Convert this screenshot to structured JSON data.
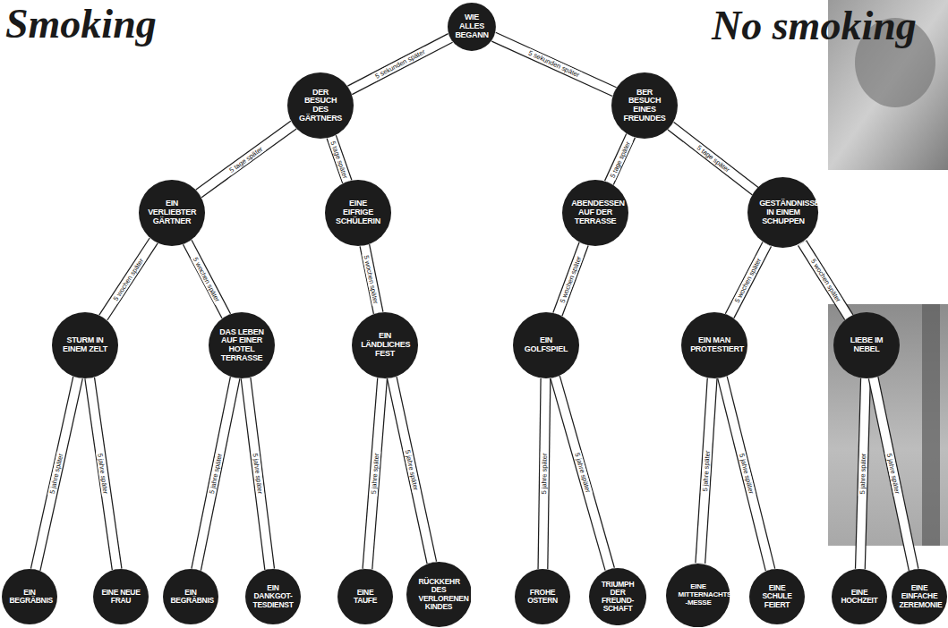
{
  "diagram": {
    "nodes": [
      {
        "text": [
          "WIE ALLES BEGANN"
        ]
      },
      {
        "text": [
          "DER BESUCH DES GÄRTNERS"
        ]
      },
      {
        "text": [
          "BER BESUCH EINES FREUNDES"
        ]
      },
      {
        "text": [
          "EIN VERLIEBTER GÄRTNER"
        ]
      },
      {
        "text": [
          "EINE EIFRIGE SCHÜLERIN"
        ]
      },
      {
        "text": [
          "ABENDESSEN AUF DER TERRASSE"
        ]
      },
      {
        "text": [
          "GESTÄNDNISSE IN EINEM SCHUPPEN"
        ]
      },
      {
        "text": [
          "STURM IN EINEM ZELT"
        ]
      },
      {
        "text": [
          "DAS LEBEN AUF EINER HOTEL TERRASSE"
        ]
      },
      {
        "text": [
          "EIN LÄNDLICHES FEST"
        ]
      },
      {
        "text": [
          "EIN GOLFSPIEL"
        ]
      },
      {
        "text": [
          "EIN MAN PROTESTIERT"
        ]
      },
      {
        "text": [
          "LIEBE IM NEBEL"
        ]
      },
      {
        "text": [
          "EIN BEGRÄBNIS"
        ]
      },
      {
        "text": [
          "EINE NEUE FRAU"
        ]
      },
      {
        "text": [
          "EIN BEGRÄBNIS"
        ]
      },
      {
        "text": [
          "EIN DANKGOT- TESDIENST"
        ]
      },
      {
        "text": [
          "EINE TAUFE"
        ]
      },
      {
        "text": [
          "RÜCKKEHR DES VERLORENEN KINDES"
        ]
      },
      {
        "text": [
          "FROHE OSTERN"
        ]
      },
      {
        "text": [
          "TRIUMPH DER FREUND- SCHAFT"
        ]
      },
      {
        "text": [
          "EINE MITTERNACHTS -MESSE"
        ]
      },
      {
        "text": [
          "EINE SCHULE FEIERT"
        ]
      },
      {
        "text": [
          "EINE HOCHZEIT"
        ]
      },
      {
        "text": [
          "EINE EINFACHE ZEREMONIE"
        ]
      }
    ],
    "edges": [
      {
        "from": 0,
        "to": 1,
        "label": "5 sekunden später",
        "arrow": "none"
      },
      {
        "from": 0,
        "to": 2,
        "label": "5 sekunden später",
        "arrow": "none"
      },
      {
        "from": 1,
        "to": 3,
        "label": "5 tage später",
        "arrow": "none"
      },
      {
        "from": 1,
        "to": 4,
        "label": "5 tage später",
        "arrow": "none"
      },
      {
        "from": 2,
        "to": 5,
        "label": "5 tage später",
        "arrow": "none"
      },
      {
        "from": 2,
        "to": 6,
        "label": "5 tage später",
        "arrow": "none"
      },
      {
        "from": 3,
        "to": 7,
        "label": "5 wochen später",
        "arrow": "none"
      },
      {
        "from": 3,
        "to": 8,
        "label": "5 wochen später",
        "arrow": "none"
      },
      {
        "from": 4,
        "to": 9,
        "label": "5 wochen später",
        "arrow": "none"
      },
      {
        "from": 5,
        "to": 10,
        "label": "5 wochen später",
        "arrow": "none"
      },
      {
        "from": 6,
        "to": 11,
        "label": "5 wochen später",
        "arrow": "none"
      },
      {
        "from": 6,
        "to": 12,
        "label": "5 wochen später",
        "arrow": "none"
      },
      {
        "from": 7,
        "to": 13,
        "label": "5 jahre später",
        "arrow": "none"
      },
      {
        "from": 7,
        "to": 14,
        "label": "5 jahre später",
        "arrow": "none"
      },
      {
        "from": 8,
        "to": 15,
        "label": "5 jahre später",
        "arrow": "none"
      },
      {
        "from": 8,
        "to": 16,
        "label": "5 jahre später",
        "arrow": "none"
      },
      {
        "from": 9,
        "to": 17,
        "label": "5 jahre später",
        "arrow": "none"
      },
      {
        "from": 9,
        "to": 18,
        "label": "5 jahre später",
        "arrow": "none"
      },
      {
        "from": 10,
        "to": 19,
        "label": "5 jahre später",
        "arrow": "none"
      },
      {
        "from": 10,
        "to": 20,
        "label": "5 jahre später",
        "arrow": "none"
      },
      {
        "from": 11,
        "to": 21,
        "label": "5 jahre später",
        "arrow": "none"
      },
      {
        "from": 11,
        "to": 22,
        "label": "5 jahre später",
        "arrow": "none"
      },
      {
        "from": 12,
        "to": 23,
        "label": "5 jahre später",
        "arrow": "none"
      },
      {
        "from": 12,
        "to": 24,
        "label": "5 jahre später",
        "arrow": "none"
      }
    ],
    "labels": [
      "Smoking",
      "No smoking"
    ]
  }
}
